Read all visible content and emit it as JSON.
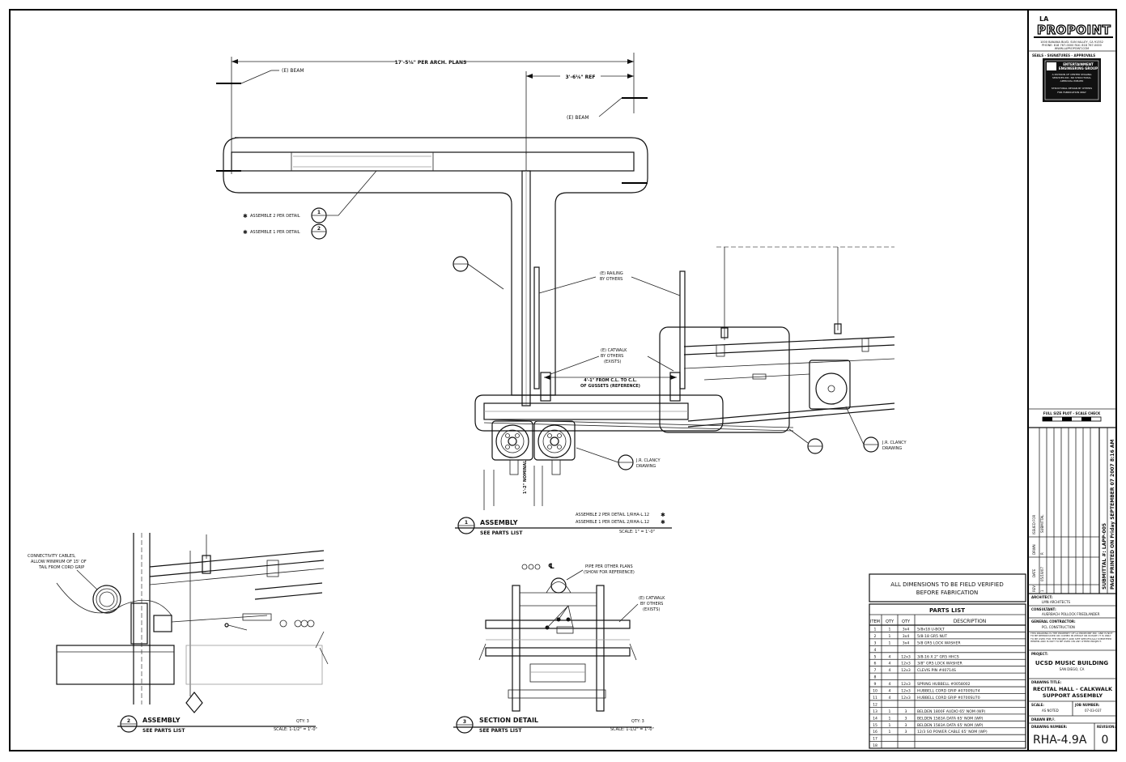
{
  "drawing": {
    "top_span": "17'-5⅛\" PER ARCH. PLANS",
    "ref_dim": "3'-6⅛\" REF",
    "beam_left": "(E) BEAM",
    "beam_right": "(E) BEAM",
    "assemble2": "ASSEMBLE 2 PER DETAIL",
    "assemble1": "ASSEMBLE 1 PER DETAIL",
    "bubble1_num": "1",
    "bubble2_num": "2",
    "railing": [
      "(E) RAILING",
      "BY OTHERS"
    ],
    "catwalk": [
      "(E) CATWALK",
      "BY OTHERS",
      "(EXISTS)"
    ],
    "gusset_dim": [
      "4'-1\" FROM C.L. TO C.L.",
      "OF GUSSETS (REFERENCE)"
    ],
    "clancy1": [
      "J.R. CLANCY",
      "DRAWING"
    ],
    "clancy2": [
      "J.R. CLANCY",
      "DRAWING"
    ],
    "vert_dim": "1'-2\" NOMINAL",
    "asm_title": "ASSEMBLY",
    "asm_sub": "SEE PARTS LIST",
    "asm_scale": "SCALE: 1\" = 1'-0\"",
    "asm_note1": "ASSEMBLE 2 PER DETAIL 1/RHA-L.12",
    "asm_note2": "ASSEMBLE 1 PER DETAIL 2/RHA-L.12",
    "conn_note": [
      "CONNECTIVITY CABLES,",
      "ALLOW MINIMUM OF 15' OF",
      "TAIL FROM CORD GRIP"
    ],
    "asm2_title": "ASSEMBLY",
    "asm2_sub": "SEE PARTS LIST",
    "asm2_qty": "QTY: 3",
    "asm2_scale": "SCALE: 1-1/2\" = 1'-0\"",
    "pipe_note": [
      "PIPE PER OTHER PLANS",
      "(SHOW FOR REFERENCE)"
    ],
    "catwalk2": [
      "(E) CATWALK",
      "BY OTHERS",
      "(EXISTS)"
    ],
    "sec_title": "SECTION DETAIL",
    "sec_sub": "SEE PARTS LIST",
    "sec_qty": "QTY: 3",
    "sec_scale": "SCALE: 1-1/2\" = 1'-0\"",
    "cl_symbol": "℄"
  },
  "notes_box": [
    "ALL DIMENSIONS TO BE FIELD VERIFIED",
    "BEFORE FABRICATION"
  ],
  "parts_list": {
    "title": "PARTS LIST",
    "headers": [
      "ITEM",
      "QTY",
      "QTY",
      "DESCRIPTION"
    ],
    "rows": [
      [
        "1",
        "1",
        "3x4",
        "5/8x18 U-BOLT"
      ],
      [
        "2",
        "1",
        "3x4",
        "5/8-18 GR5 NUT"
      ],
      [
        "3",
        "1",
        "3x4",
        "5/8 GR5 LOCK WASHER"
      ],
      [
        "4",
        "",
        "",
        ""
      ],
      [
        "5",
        "4",
        "12x3",
        "3/8-16 X 2\" GR5 HHCS"
      ],
      [
        "6",
        "4",
        "12x3",
        "3/8\" GR5 LOCK WASHER"
      ],
      [
        "7",
        "4",
        "12x3",
        "CLEVIS PIN #40714S"
      ],
      [
        "8",
        "",
        "",
        ""
      ],
      [
        "9",
        "4",
        "12x3",
        "SPRING HUBBELL #0058002"
      ],
      [
        "10",
        "4",
        "12x3",
        "HUBBELL CORD GRIP #0700SU74"
      ],
      [
        "11",
        "4",
        "12x3",
        "HUBBELL CORD GRIP #0700SU70"
      ],
      [
        "12",
        "",
        "",
        ""
      ],
      [
        "13",
        "1",
        "3",
        "BELDEN 1800F AUDIO 65' NOM (WP)"
      ],
      [
        "14",
        "1",
        "3",
        "BELDEN 1583A DATA 65' NOM (WP)"
      ],
      [
        "15",
        "1",
        "3",
        "BELDEN 1583A DATA 65' NOM (WP)"
      ],
      [
        "16",
        "1",
        "3",
        "12/3 SO POWER CABLE 65' NOM (WP)"
      ],
      [
        "17",
        "",
        "",
        ""
      ],
      [
        "18",
        "",
        "",
        ""
      ]
    ]
  },
  "title_block": {
    "logo_prefix": "LA",
    "logo": "PROPOINT",
    "company": [
      "1000 BANANA BLVD. SUN VALLEY, CA 91352",
      "PHONE: 818 767-0000  FAX: 818 767-0000",
      "WWW.LAPROPOINT.COM"
    ],
    "seals_label": "SEALS - SIGNATURES - APPROVALS",
    "stamp_title": [
      "ENTERTAINMENT",
      "ENGINEERING GROUP"
    ],
    "stamp_text": [
      "A DIVISION OF CENTER STAGING",
      "SERVICES INC. NO STRUCTURAL",
      "APPROVAL IMPLIED",
      "STRUCTURAL DESIGN BY OTHERS",
      "FOR FABRICATION ONLY"
    ],
    "full_size_plot": "FULL SIZE PLOT - SCALE CHECK",
    "rev_headers": [
      "REV",
      "DATE",
      "DRWN",
      "ISSUED FOR"
    ],
    "rev_entry": [
      "1",
      "05/19/07",
      "R",
      "SUBMITTAL"
    ],
    "submittal": "SUBMITTAL #: LAPP-005",
    "printed": "PAGE PRINTED ON Friday SEPTEMBER 07 2007 8:16 AM",
    "architect_label": "ARCHITECT:",
    "architect": "LMN ARCHITECTS",
    "consultant_label": "CONSULTANT:",
    "consultant": "AUERBACH POLLOCK FRIEDLANDER",
    "gc_label": "GENERAL CONTRACTOR:",
    "gc": "PCL CONSTRUCTION",
    "disclaimer": "THIS DRAWING IS THE PROPERTY OF LA PROPOINT INC. AND IS NOT TO BE REPRODUCED OR COPIED IN WHOLE OR IN PART. IT IS ONLY TO BE USED FOR THE PROJECT AND SITE SPECIFICALLY IDENTIFIED HEREIN AND IS NOT TO BE USED ON ANY OTHER PROJECT.",
    "project_label": "PROJECT:",
    "project": "UCSD MUSIC BUILDING",
    "project_loc": "SAN DIEGO, CA",
    "drawing_title_label": "DRAWING TITLE:",
    "drawing_title": [
      "RECITAL HALL - CALKWALK",
      "SUPPORT ASSEMBLY"
    ],
    "scale_label": "SCALE:",
    "scale": "AS NOTED",
    "job_label": "JOB NUMBER:",
    "job": "07-03-037",
    "drawn_label": "DRAWN BY:",
    "drawn": "R.R.",
    "drawing_number_label": "DRAWING NUMBER:",
    "drawing_number": "RHA-4.9A",
    "revision_label": "REVISION:",
    "revision": "0"
  }
}
